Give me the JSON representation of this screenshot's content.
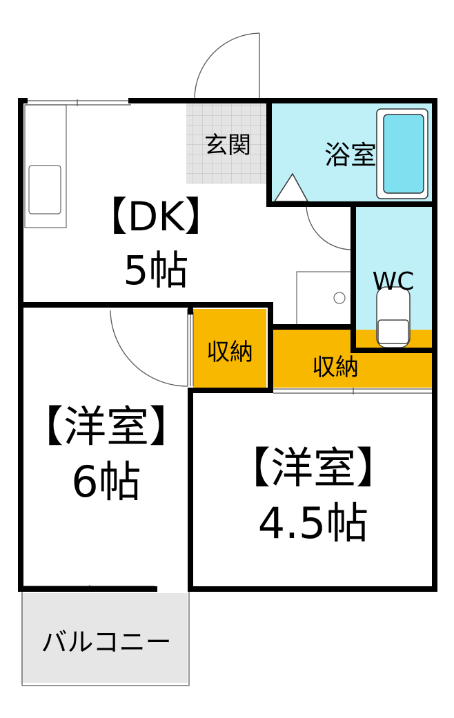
{
  "rooms": {
    "dk": {
      "name": "【DK】",
      "size": "5帖"
    },
    "western_6": {
      "name": "【洋室】",
      "size": "6帖"
    },
    "western_45": {
      "name": "【洋室】",
      "size": "4.5帖"
    },
    "genkan": {
      "name": "玄関"
    },
    "bath": {
      "name": "浴室"
    },
    "wc": {
      "name": "WC"
    },
    "storage_1": {
      "name": "収納"
    },
    "storage_2": {
      "name": "収納"
    },
    "balcony": {
      "name": "バルコニー"
    }
  },
  "colors": {
    "wall": "#000000",
    "bath_fill": "#bff0f7",
    "tub_fill": "#7fe0f0",
    "storage_fill": "#f9b800",
    "balcony_fill": "#e6e6e6",
    "genkan_tile": "#e0e0e0"
  }
}
